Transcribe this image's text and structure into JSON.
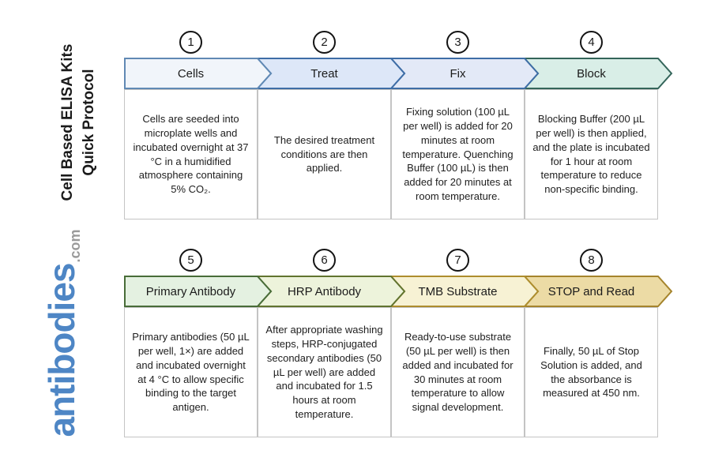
{
  "sidebar": {
    "title_line1": "Cell Based ELISA Kits",
    "title_line2": "Quick Protocol",
    "logo_text": "antibodies",
    "logo_suffix": ".com",
    "logo_color": "#4e86c5",
    "logo_suffix_color": "#9a9a9a"
  },
  "steps": [
    {
      "number": "1",
      "label": "Cells",
      "fill": "#f1f5fa",
      "border": "#6089b4",
      "description": "Cells are seeded into microplate wells and incubated overnight at 37 °C in a humidified atmosphere containing 5% CO₂."
    },
    {
      "number": "2",
      "label": "Treat",
      "fill": "#dde7f8",
      "border": "#3e6da6",
      "description": "The desired treatment conditions are then applied."
    },
    {
      "number": "3",
      "label": "Fix",
      "fill": "#e3e9f7",
      "border": "#3e6da6",
      "description": "Fixing solution (100 µL per well) is added for 20 minutes at room temperature. Quenching Buffer (100 µL) is then added for 20 minutes at room temperature."
    },
    {
      "number": "4",
      "label": "Block",
      "fill": "#d9eee7",
      "border": "#34655a",
      "description": "Blocking Buffer (200 µL per well) is then applied, and the plate is incubated for 1 hour at room temperature to reduce non-specific binding."
    },
    {
      "number": "5",
      "label": "Primary Antibody",
      "fill": "#e4f1e1",
      "border": "#486c38",
      "description": "Primary antibodies (50 µL per well, 1×) are added and incubated overnight at 4 °C to allow specific binding to the target antigen."
    },
    {
      "number": "6",
      "label": "HRP Antibody",
      "fill": "#edf3db",
      "border": "#61742f",
      "description": "After appropriate washing steps, HRP-conjugated secondary antibodies (50 µL per well) are added and incubated for 1.5 hours at room temperature."
    },
    {
      "number": "7",
      "label": "TMB Substrate",
      "fill": "#f7f2d4",
      "border": "#ad8d2d",
      "description": "Ready-to-use substrate (50 µL per well) is then added and incubated for 30 minutes at room temperature to allow signal development."
    },
    {
      "number": "8",
      "label": "STOP and Read",
      "fill": "#ecdba5",
      "border": "#a5842c",
      "description": "Finally, 50 µL of Stop Solution is added, and the absorbance is measured at 450 nm."
    }
  ]
}
